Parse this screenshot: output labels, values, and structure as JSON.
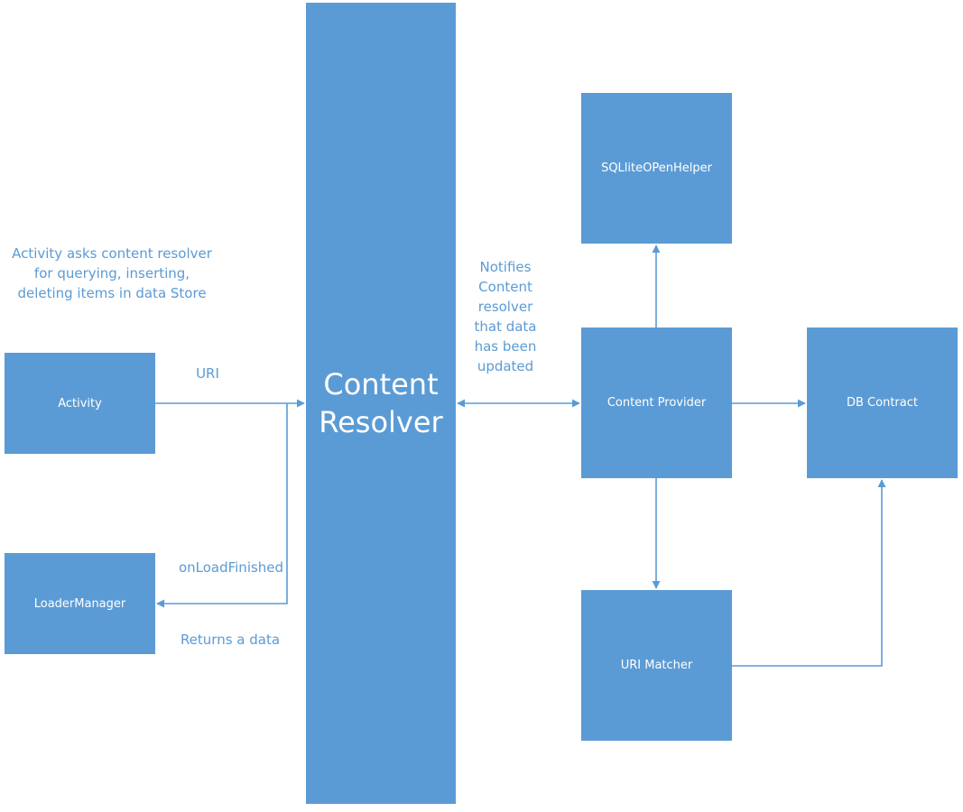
{
  "colors": {
    "box_fill": "#5b9bd5",
    "box_border": "#5b9bd5",
    "connector": "#5b9bd5",
    "label_text": "#5b9bd5",
    "box_text": "#ffffff"
  },
  "nodes": {
    "activity": "Activity",
    "loader_manager": "LoaderManager",
    "content_resolver": {
      "line1": "Content",
      "line2": "Resolver"
    },
    "sqlite_helper": "SQLliteOPenHelper",
    "content_provider": "Content Provider",
    "db_contract": "DB Contract",
    "uri_matcher": "URI Matcher"
  },
  "labels": {
    "activity_note": [
      "Activity asks content resolver",
      "for querying, inserting,",
      "deleting items in data Store"
    ],
    "uri": "URI",
    "on_load_finished": "onLoadFinished",
    "returns_data": "Returns a data",
    "notifies": [
      "Notifies",
      "Content",
      "resolver",
      "that data",
      "has been",
      "updated"
    ]
  }
}
